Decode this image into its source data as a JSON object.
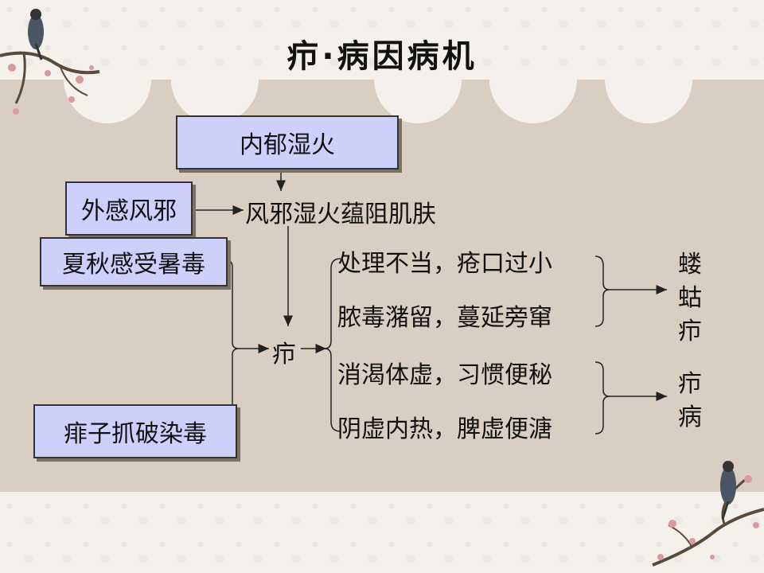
{
  "slide": {
    "title": "疖·病因病机"
  },
  "diagram": {
    "boxes": {
      "internal_fire": "内郁湿火",
      "external_wind": "外感风邪",
      "summer_heat": "夏秋感受暑毒",
      "prickly_heat": "痱子抓破染毒"
    },
    "pathogenesis": "风邪湿火蕴阻肌肤",
    "center": "疖",
    "causes": [
      "处理不当，疮口过小",
      "脓毒潴留，蔓延旁窜",
      "消渴体虚，习惯便秘",
      "阴虚内热，脾虚便溏"
    ],
    "outcomes": {
      "lougu": "蝼蛄疖",
      "jiebing": "疖病"
    }
  },
  "colors": {
    "panel": "#d9cec2",
    "box_fill": "#cfcffc",
    "box_shadow": "#7d7166",
    "line": "#222222"
  },
  "icons": [
    "bird-on-plum-branch-icon",
    "bird-on-plum-branch-icon"
  ]
}
